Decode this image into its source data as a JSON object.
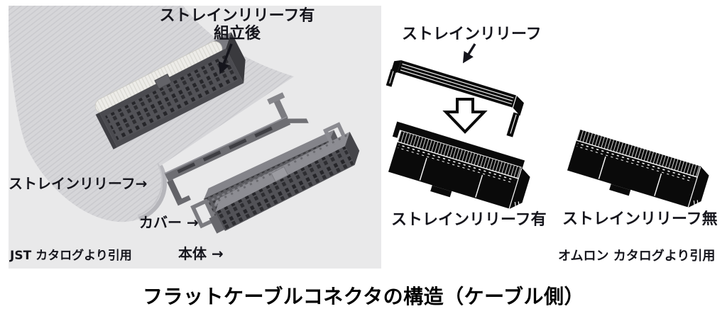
{
  "caption": "フラットケーブルコネクタの構造（ケーブル側）",
  "jst_panel": {
    "assembled_label_line1": "ストレインリリーフ有",
    "assembled_label_line2": "組立後",
    "strain_relief_label": "ストレインリリーフ→",
    "cover_label": "カバー →",
    "body_label": "本体 →",
    "source": "JST カタログより引用"
  },
  "omron_panel": {
    "strain_relief_label": "ストレインリリーフ",
    "with_label": "ストレインリリーフ有",
    "without_label": "ストレインリリーフ無",
    "source": "オムロン カタログより引用"
  },
  "colors": {
    "panel_bg": "#e9e9ea",
    "text": "#15151c",
    "line_art": "#0a0a0a",
    "cable": "#d6d6d9",
    "connector_front": "#4b4b50",
    "connector_top": "#7a7a80",
    "strain_tube": "#edece8"
  },
  "icons": {
    "assembled_pointer": "diagonal-down-arrow-icon",
    "strain_relief_pointer": "down-arrow-icon",
    "assembly_direction": "hollow-down-arrow-icon"
  }
}
